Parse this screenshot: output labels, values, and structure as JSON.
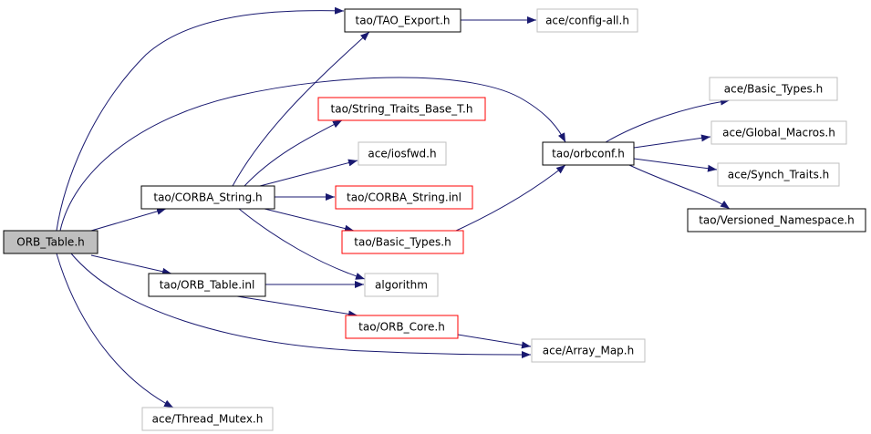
{
  "diagram": {
    "nodes": [
      {
        "id": "orb_table_h",
        "label": "ORB_Table.h",
        "style": "root"
      },
      {
        "id": "tao_export_h",
        "label": "tao/TAO_Export.h",
        "style": "documented"
      },
      {
        "id": "ace_config_all_h",
        "label": "ace/config-all.h",
        "style": "external"
      },
      {
        "id": "string_traits_h",
        "label": "tao/String_Traits_Base_T.h",
        "style": "truncated"
      },
      {
        "id": "ace_iosfwd_h",
        "label": "ace/iosfwd.h",
        "style": "external"
      },
      {
        "id": "corba_string_h",
        "label": "tao/CORBA_String.h",
        "style": "documented"
      },
      {
        "id": "corba_string_inl",
        "label": "tao/CORBA_String.inl",
        "style": "truncated"
      },
      {
        "id": "tao_basic_types_h",
        "label": "tao/Basic_Types.h",
        "style": "truncated"
      },
      {
        "id": "orb_table_inl",
        "label": "tao/ORB_Table.inl",
        "style": "documented"
      },
      {
        "id": "algorithm",
        "label": "algorithm",
        "style": "external"
      },
      {
        "id": "orb_core_h",
        "label": "tao/ORB_Core.h",
        "style": "truncated"
      },
      {
        "id": "ace_array_map_h",
        "label": "ace/Array_Map.h",
        "style": "external"
      },
      {
        "id": "ace_thread_mutex_h",
        "label": "ace/Thread_Mutex.h",
        "style": "external"
      },
      {
        "id": "orbconf_h",
        "label": "tao/orbconf.h",
        "style": "documented"
      },
      {
        "id": "ace_basic_types_h",
        "label": "ace/Basic_Types.h",
        "style": "external"
      },
      {
        "id": "ace_global_macros_h",
        "label": "ace/Global_Macros.h",
        "style": "external"
      },
      {
        "id": "ace_synch_traits_h",
        "label": "ace/Synch_Traits.h",
        "style": "external"
      },
      {
        "id": "versioned_namespace_h",
        "label": "tao/Versioned_Namespace.h",
        "style": "documented"
      }
    ],
    "edges": [
      [
        "orb_table_h",
        "tao_export_h"
      ],
      [
        "orb_table_h",
        "orbconf_h"
      ],
      [
        "orb_table_h",
        "corba_string_h"
      ],
      [
        "orb_table_h",
        "orb_table_inl"
      ],
      [
        "orb_table_h",
        "ace_array_map_h"
      ],
      [
        "orb_table_h",
        "ace_thread_mutex_h"
      ],
      [
        "tao_export_h",
        "ace_config_all_h"
      ],
      [
        "corba_string_h",
        "tao_export_h"
      ],
      [
        "corba_string_h",
        "string_traits_h"
      ],
      [
        "corba_string_h",
        "ace_iosfwd_h"
      ],
      [
        "corba_string_h",
        "corba_string_inl"
      ],
      [
        "corba_string_h",
        "tao_basic_types_h"
      ],
      [
        "corba_string_h",
        "algorithm"
      ],
      [
        "orb_table_inl",
        "algorithm"
      ],
      [
        "orb_table_inl",
        "orb_core_h"
      ],
      [
        "orb_core_h",
        "ace_array_map_h"
      ],
      [
        "tao_basic_types_h",
        "orbconf_h"
      ],
      [
        "orbconf_h",
        "ace_basic_types_h"
      ],
      [
        "orbconf_h",
        "ace_global_macros_h"
      ],
      [
        "orbconf_h",
        "ace_synch_traits_h"
      ],
      [
        "orbconf_h",
        "versioned_namespace_h"
      ]
    ],
    "colors": {
      "edge": "#191970",
      "root_fill": "#bfbfbf",
      "documented_border": "#000000",
      "truncated_border": "#ff0000",
      "external_border": "#bfbfbf"
    }
  }
}
